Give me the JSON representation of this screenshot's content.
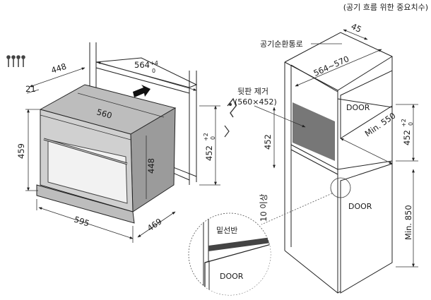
{
  "caption": "(공기 흐름 위한 중요치수)",
  "left": {
    "dim_448_top": "448",
    "dim_21": "21",
    "dim_564": "564",
    "dim_564_tol_sup": "+4",
    "dim_564_tol_sub": "0",
    "dim_560": "560",
    "dim_459": "459",
    "dim_448_side": "448",
    "dim_452": "452",
    "dim_452_tol_sup": "+2",
    "dim_452_tol_sub": "0",
    "dim_595": "595",
    "dim_469": "469"
  },
  "right": {
    "air_label": "공기순환통로",
    "dim_45": "45",
    "dim_564_570": "564~570",
    "remove_back_label": "뒷판 제거",
    "remove_back_size": "(560×452)",
    "door_upper": "DOOR",
    "min_550": "Min. 550",
    "dim_452_right": "452",
    "dim_452_right_tol_sup": "+2",
    "dim_452_right_tol_sub": "0",
    "dim_452_left": "452",
    "dim_10_min": "10 이상",
    "door_lower": "DOOR",
    "min_850": "Min. 850"
  },
  "detail": {
    "shelf_label": "밑선반",
    "door_label": "DOOR"
  },
  "icons": [
    "screws-icon",
    "arrow-icon",
    "clip-icon"
  ]
}
